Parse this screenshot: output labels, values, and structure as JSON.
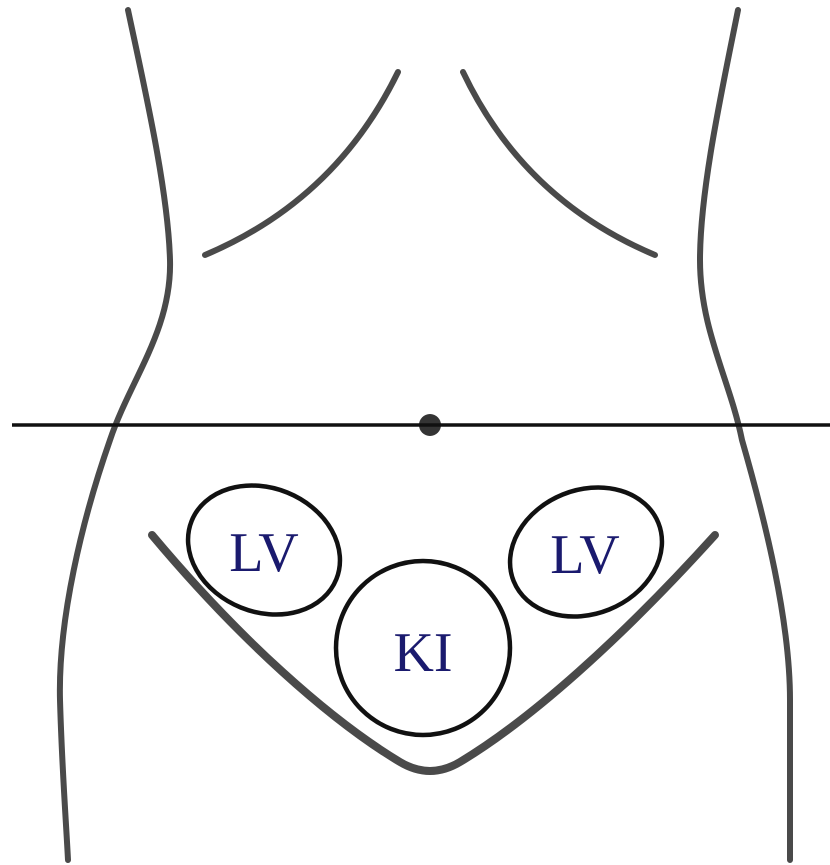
{
  "labels": {
    "left_region": "LV",
    "right_region": "LV",
    "center_region": "KI"
  },
  "colors": {
    "label": "#1a1a6e",
    "outline": "#4a4a4a",
    "region_border": "#111111"
  }
}
